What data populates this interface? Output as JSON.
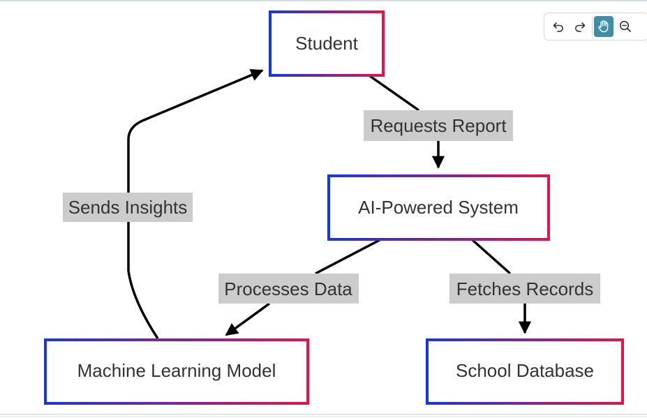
{
  "diagram": {
    "nodes": {
      "student": "Student",
      "ai_system": "AI-Powered System",
      "ml_model": "Machine Learning Model",
      "school_db": "School Database"
    },
    "edges": {
      "requests_report": "Requests Report",
      "processes_data": "Processes Data",
      "fetches_records": "Fetches Records",
      "sends_insights": "Sends Insights"
    },
    "colors": {
      "gradient_start": "#1536e8",
      "gradient_end": "#e8114b",
      "edge_label_bg": "#cccccc",
      "edge": "#000000"
    }
  },
  "toolbar": {
    "buttons": [
      "undo-icon",
      "redo-icon",
      "hand-icon",
      "zoom-out-icon"
    ],
    "active": "hand-icon",
    "active_color": "#3d8ea6"
  }
}
